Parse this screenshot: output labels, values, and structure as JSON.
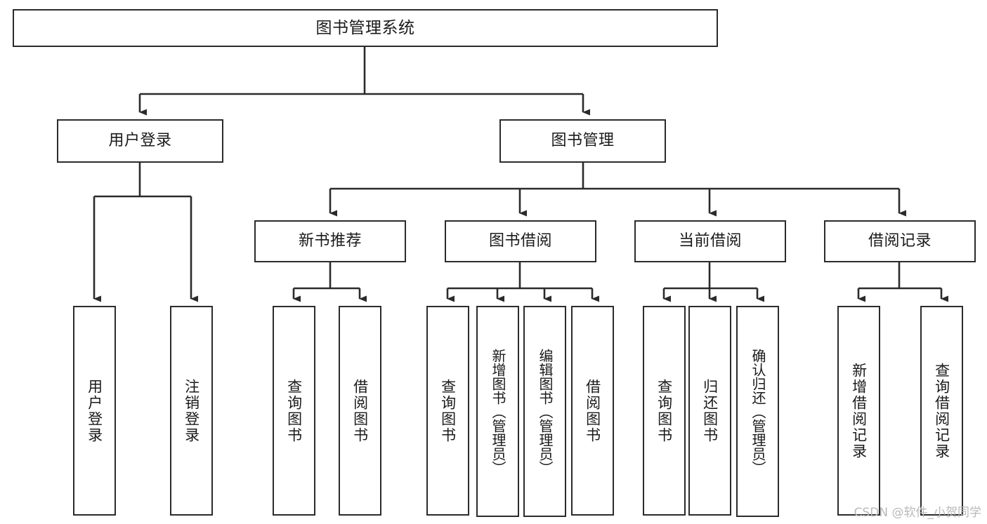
{
  "diagram": {
    "title": "图书管理系统",
    "watermark": "CSDN @软件_小贺同学",
    "line_color": "#2b2b2b",
    "box_fill": "#ffffff",
    "text_color": "#1a1a1a",
    "watermark_color": "#b9b9b9",
    "nodes": {
      "root": "图书管理系统",
      "level2": {
        "user_login": "用户登录",
        "book_manage": "图书管理"
      },
      "level3": {
        "new_book_recommend": "新书推荐",
        "book_borrow": "图书借阅",
        "current_borrow": "当前借阅",
        "borrow_record": "借阅记录"
      },
      "leaves": {
        "user_login_children": [
          "用户登录",
          "注销登录"
        ],
        "new_book_recommend_children": [
          "查询图书",
          "借阅图书"
        ],
        "book_borrow_children": [
          "查询图书",
          "新增图书（管理员）",
          "编辑图书（管理员）",
          "借阅图书"
        ],
        "current_borrow_children": [
          "查询图书",
          "归还图书",
          "确认归还（管理员）"
        ],
        "borrow_record_children": [
          "新增借阅记录",
          "查询借阅记录"
        ]
      }
    }
  }
}
